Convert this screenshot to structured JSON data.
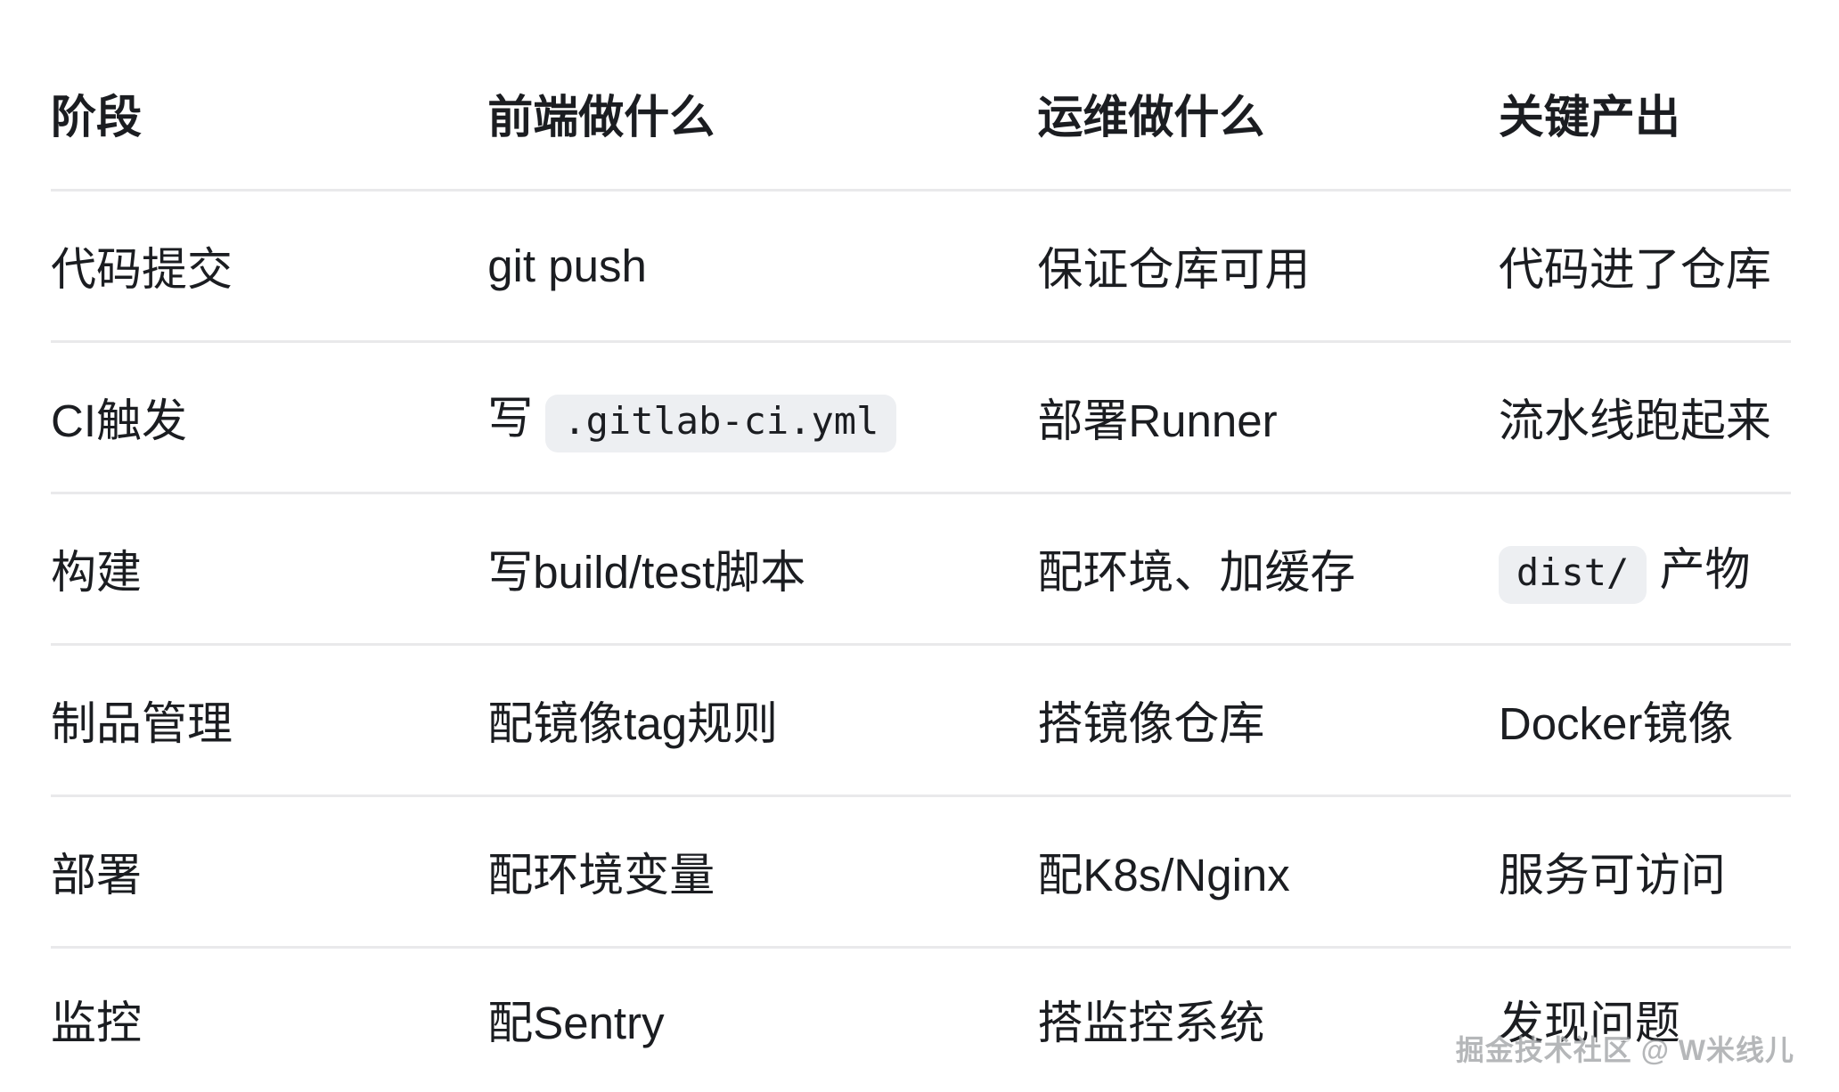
{
  "colors": {
    "background": "#ffffff",
    "text": "#1b1d21",
    "divider": "#e9e9eb",
    "code_pill_bg": "#edeff2",
    "watermark": "#888a8e"
  },
  "table": {
    "headers": [
      {
        "key": "stage",
        "label": "阶段"
      },
      {
        "key": "frontend",
        "label": "前端做什么"
      },
      {
        "key": "ops",
        "label": "运维做什么"
      },
      {
        "key": "output",
        "label": "关键产出"
      }
    ],
    "rows": [
      {
        "cells": [
          [
            {
              "type": "text",
              "text": "代码提交"
            }
          ],
          [
            {
              "type": "text",
              "text": "git push"
            }
          ],
          [
            {
              "type": "text",
              "text": "保证仓库可用"
            }
          ],
          [
            {
              "type": "text",
              "text": "代码进了仓库"
            }
          ]
        ]
      },
      {
        "cells": [
          [
            {
              "type": "text",
              "text": "CI触发"
            }
          ],
          [
            {
              "type": "text",
              "text": "写 "
            },
            {
              "type": "code",
              "text": ".gitlab-ci.yml"
            }
          ],
          [
            {
              "type": "text",
              "text": "部署Runner"
            }
          ],
          [
            {
              "type": "text",
              "text": "流水线跑起来"
            }
          ]
        ]
      },
      {
        "cells": [
          [
            {
              "type": "text",
              "text": "构建"
            }
          ],
          [
            {
              "type": "text",
              "text": "写build/test脚本"
            }
          ],
          [
            {
              "type": "text",
              "text": "配环境、加缓存"
            }
          ],
          [
            {
              "type": "code",
              "text": "dist/"
            },
            {
              "type": "text",
              "text": " 产物"
            }
          ]
        ]
      },
      {
        "cells": [
          [
            {
              "type": "text",
              "text": "制品管理"
            }
          ],
          [
            {
              "type": "text",
              "text": "配镜像tag规则"
            }
          ],
          [
            {
              "type": "text",
              "text": "搭镜像仓库"
            }
          ],
          [
            {
              "type": "text",
              "text": "Docker镜像"
            }
          ]
        ]
      },
      {
        "cells": [
          [
            {
              "type": "text",
              "text": "部署"
            }
          ],
          [
            {
              "type": "text",
              "text": "配环境变量"
            }
          ],
          [
            {
              "type": "text",
              "text": "配K8s/Nginx"
            }
          ],
          [
            {
              "type": "text",
              "text": "服务可访问"
            }
          ]
        ]
      },
      {
        "cells": [
          [
            {
              "type": "text",
              "text": "监控"
            }
          ],
          [
            {
              "type": "text",
              "text": "配Sentry"
            }
          ],
          [
            {
              "type": "text",
              "text": "搭监控系统"
            }
          ],
          [
            {
              "type": "text",
              "text": "发现问题"
            }
          ]
        ]
      }
    ]
  },
  "watermark": {
    "text": "掘金技术社区 @ W米线儿"
  }
}
